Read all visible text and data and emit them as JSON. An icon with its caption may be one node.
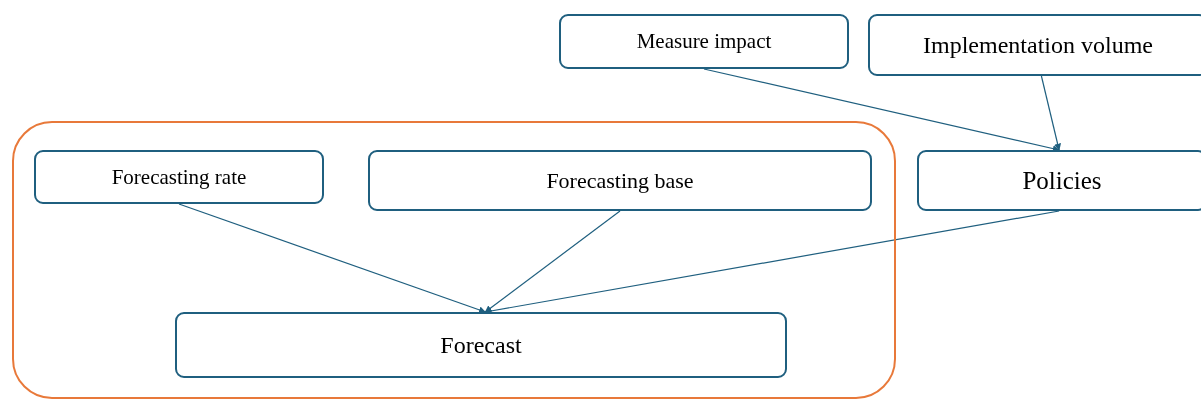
{
  "diagram": {
    "nodes": [
      {
        "text": [],
        "shape": "box"
      },
      {
        "text": [
          "Forecasting rate"
        ],
        "in": 0
      },
      {
        "text": [
          "Forecasting base"
        ],
        "in": 0
      },
      {
        "text": [
          "Forecast"
        ],
        "in": 0
      },
      {
        "text": [
          "Measure impact"
        ]
      },
      {
        "text": [
          "Implementation volume"
        ]
      },
      {
        "text": [
          "Policies"
        ]
      }
    ],
    "edges": [
      {
        "from": 1,
        "to": 3,
        "arrow": "to"
      },
      {
        "from": 2,
        "to": 3,
        "arrow": "to"
      },
      {
        "from": 6,
        "to": 3,
        "arrow": "to"
      },
      {
        "from": 4,
        "to": 6,
        "arrow": "to"
      },
      {
        "from": 5,
        "to": 6,
        "arrow": "to"
      }
    ]
  }
}
